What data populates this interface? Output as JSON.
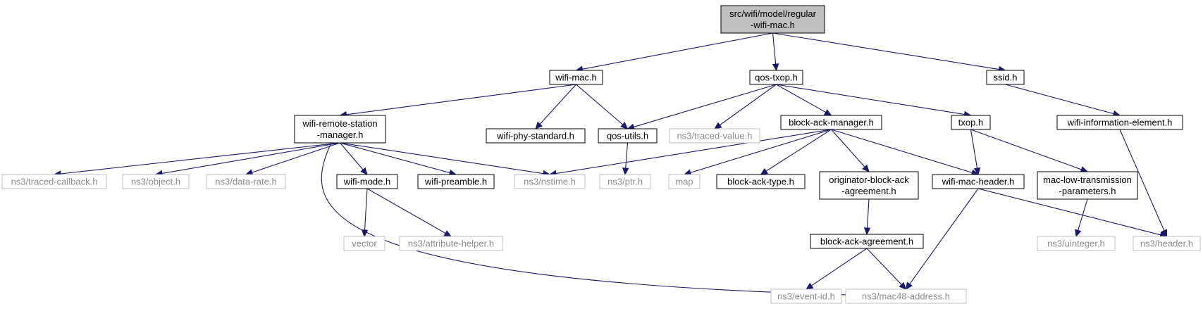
{
  "colors": {
    "edge": "#191970",
    "root_fill": "#bfbfbf",
    "box_stroke": "#000000",
    "external_stroke": "#bfbfbf",
    "text": "#000000",
    "external_text": "#8c8c8c"
  },
  "nodes": [
    {
      "id": "root",
      "lines": [
        "src/wifi/model/regular",
        "-wifi-mac.h"
      ],
      "kind": "root"
    },
    {
      "id": "wifi-mac",
      "lines": [
        "wifi-mac.h"
      ],
      "kind": "local"
    },
    {
      "id": "qos-txop",
      "lines": [
        "qos-txop.h"
      ],
      "kind": "local"
    },
    {
      "id": "ssid",
      "lines": [
        "ssid.h"
      ],
      "kind": "local"
    },
    {
      "id": "wrsm",
      "lines": [
        "wifi-remote-station",
        "-manager.h"
      ],
      "kind": "local"
    },
    {
      "id": "wifi-phy-standard",
      "lines": [
        "wifi-phy-standard.h"
      ],
      "kind": "local"
    },
    {
      "id": "qos-utils",
      "lines": [
        "qos-utils.h"
      ],
      "kind": "local"
    },
    {
      "id": "traced-value",
      "lines": [
        "ns3/traced-value.h"
      ],
      "kind": "external"
    },
    {
      "id": "block-ack-manager",
      "lines": [
        "block-ack-manager.h"
      ],
      "kind": "local"
    },
    {
      "id": "txop",
      "lines": [
        "txop.h"
      ],
      "kind": "local"
    },
    {
      "id": "wifi-information-element",
      "lines": [
        "wifi-information-element.h"
      ],
      "kind": "local"
    },
    {
      "id": "traced-callback",
      "lines": [
        "ns3/traced-callback.h"
      ],
      "kind": "external"
    },
    {
      "id": "object",
      "lines": [
        "ns3/object.h"
      ],
      "kind": "external"
    },
    {
      "id": "data-rate",
      "lines": [
        "ns3/data-rate.h"
      ],
      "kind": "external"
    },
    {
      "id": "wifi-mode",
      "lines": [
        "wifi-mode.h"
      ],
      "kind": "local"
    },
    {
      "id": "wifi-preamble",
      "lines": [
        "wifi-preamble.h"
      ],
      "kind": "local"
    },
    {
      "id": "nstime",
      "lines": [
        "ns3/nstime.h"
      ],
      "kind": "external"
    },
    {
      "id": "ptr",
      "lines": [
        "ns3/ptr.h"
      ],
      "kind": "external"
    },
    {
      "id": "map",
      "lines": [
        "map"
      ],
      "kind": "external"
    },
    {
      "id": "block-ack-type",
      "lines": [
        "block-ack-type.h"
      ],
      "kind": "local"
    },
    {
      "id": "originator",
      "lines": [
        "originator-block-ack",
        "-agreement.h"
      ],
      "kind": "local"
    },
    {
      "id": "wifi-mac-header",
      "lines": [
        "wifi-mac-header.h"
      ],
      "kind": "local"
    },
    {
      "id": "mac-low-tx",
      "lines": [
        "mac-low-transmission",
        "-parameters.h"
      ],
      "kind": "local"
    },
    {
      "id": "vector",
      "lines": [
        "vector"
      ],
      "kind": "external"
    },
    {
      "id": "attribute-helper",
      "lines": [
        "ns3/attribute-helper.h"
      ],
      "kind": "external"
    },
    {
      "id": "block-ack-agreement",
      "lines": [
        "block-ack-agreement.h"
      ],
      "kind": "local"
    },
    {
      "id": "uinteger",
      "lines": [
        "ns3/uinteger.h"
      ],
      "kind": "external"
    },
    {
      "id": "header",
      "lines": [
        "ns3/header.h"
      ],
      "kind": "external"
    },
    {
      "id": "event-id",
      "lines": [
        "ns3/event-id.h"
      ],
      "kind": "external"
    },
    {
      "id": "mac48-address",
      "lines": [
        "ns3/mac48-address.h"
      ],
      "kind": "external"
    }
  ],
  "edges": [
    {
      "from": "root",
      "to": "wifi-mac"
    },
    {
      "from": "root",
      "to": "qos-txop"
    },
    {
      "from": "root",
      "to": "ssid"
    },
    {
      "from": "wifi-mac",
      "to": "wrsm"
    },
    {
      "from": "wifi-mac",
      "to": "wifi-phy-standard"
    },
    {
      "from": "wifi-mac",
      "to": "qos-utils"
    },
    {
      "from": "qos-txop",
      "to": "qos-utils"
    },
    {
      "from": "qos-txop",
      "to": "traced-value"
    },
    {
      "from": "qos-txop",
      "to": "block-ack-manager"
    },
    {
      "from": "qos-txop",
      "to": "txop"
    },
    {
      "from": "ssid",
      "to": "wifi-information-element"
    },
    {
      "from": "wrsm",
      "to": "traced-callback"
    },
    {
      "from": "wrsm",
      "to": "object"
    },
    {
      "from": "wrsm",
      "to": "data-rate"
    },
    {
      "from": "wrsm",
      "to": "wifi-mode"
    },
    {
      "from": "wrsm",
      "to": "wifi-preamble"
    },
    {
      "from": "wrsm",
      "to": "nstime"
    },
    {
      "from": "wrsm",
      "to": "mac48-address"
    },
    {
      "from": "qos-utils",
      "to": "ptr"
    },
    {
      "from": "block-ack-manager",
      "to": "nstime"
    },
    {
      "from": "block-ack-manager",
      "to": "map"
    },
    {
      "from": "block-ack-manager",
      "to": "block-ack-type"
    },
    {
      "from": "block-ack-manager",
      "to": "originator"
    },
    {
      "from": "block-ack-manager",
      "to": "wifi-mac-header"
    },
    {
      "from": "txop",
      "to": "wifi-mac-header"
    },
    {
      "from": "txop",
      "to": "mac-low-tx"
    },
    {
      "from": "wifi-information-element",
      "to": "header"
    },
    {
      "from": "wifi-mode",
      "to": "vector"
    },
    {
      "from": "wifi-mode",
      "to": "attribute-helper"
    },
    {
      "from": "originator",
      "to": "block-ack-agreement"
    },
    {
      "from": "wifi-mac-header",
      "to": "mac48-address"
    },
    {
      "from": "wifi-mac-header",
      "to": "header"
    },
    {
      "from": "mac-low-tx",
      "to": "uinteger"
    },
    {
      "from": "block-ack-agreement",
      "to": "event-id"
    },
    {
      "from": "block-ack-agreement",
      "to": "mac48-address"
    }
  ]
}
